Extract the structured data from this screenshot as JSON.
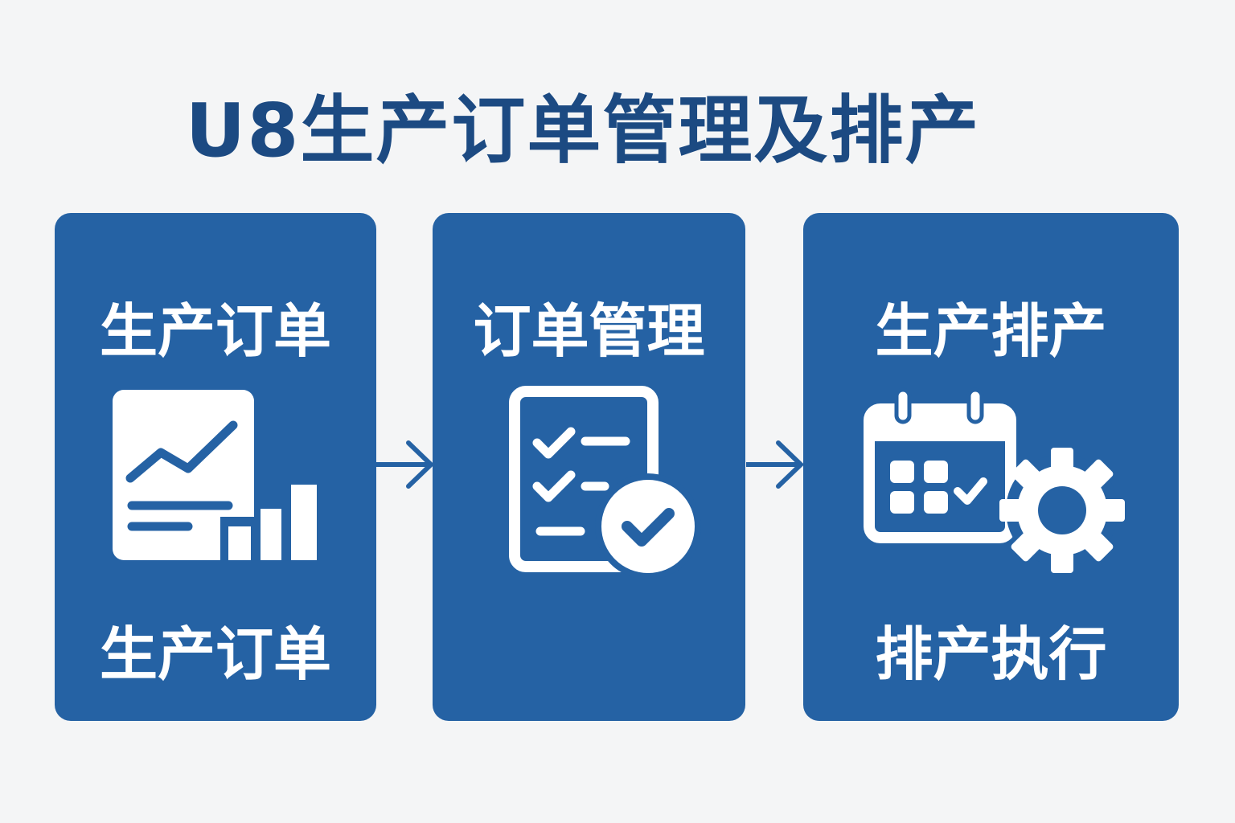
{
  "title": "U8生产订单管理及排产",
  "steps": [
    {
      "title": "生产订单",
      "caption": "生产订单",
      "icon": "chart-report-icon"
    },
    {
      "title": "订单管理",
      "caption": "",
      "icon": "checklist-icon"
    },
    {
      "title": "生产排产",
      "caption": "排产执行",
      "icon": "calendar-gear-icon"
    }
  ],
  "colors": {
    "background": "#f4f5f6",
    "title": "#1c4a82",
    "panel": "#2562a4",
    "foreground": "#ffffff"
  }
}
